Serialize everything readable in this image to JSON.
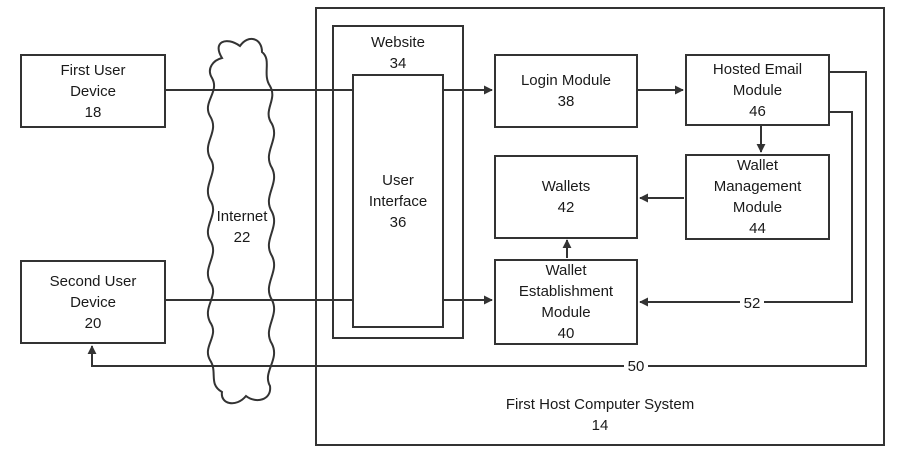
{
  "diagram": {
    "system": {
      "title": "First Host Computer System",
      "ref": "14"
    },
    "website": {
      "title": "Website",
      "ref": "34"
    },
    "internet": {
      "title": "Internet",
      "ref": "22"
    },
    "nodes": {
      "first_user_device": {
        "lines": [
          "First User",
          "Device"
        ],
        "ref": "18"
      },
      "second_user_device": {
        "lines": [
          "Second User",
          "Device"
        ],
        "ref": "20"
      },
      "user_interface": {
        "lines": [
          "User",
          "Interface"
        ],
        "ref": "36"
      },
      "login_module": {
        "lines": [
          "Login Module"
        ],
        "ref": "38"
      },
      "hosted_email_module": {
        "lines": [
          "Hosted Email",
          "Module"
        ],
        "ref": "46"
      },
      "wallets": {
        "lines": [
          "Wallets"
        ],
        "ref": "42"
      },
      "wallet_management_module": {
        "lines": [
          "Wallet",
          "Management",
          "Module"
        ],
        "ref": "44"
      },
      "wallet_establishment_module": {
        "lines": [
          "Wallet",
          "Establishment",
          "Module"
        ],
        "ref": "40"
      }
    },
    "connection_labels": {
      "path_52": "52",
      "path_50": "50"
    },
    "colors": {
      "line": "#333333",
      "text": "#1a1a1a",
      "background": "#ffffff"
    }
  }
}
